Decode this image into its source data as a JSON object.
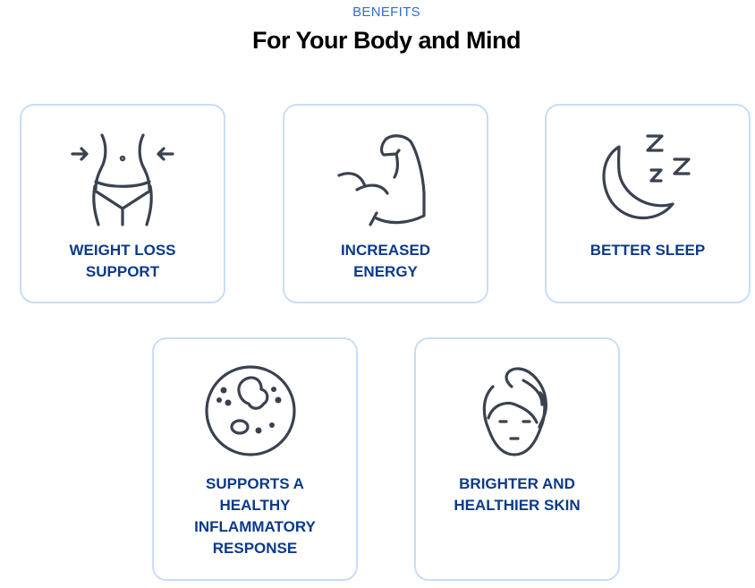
{
  "header": {
    "eyebrow": "BENEFITS",
    "title": "For Your Body and Mind"
  },
  "benefits": [
    {
      "label": "WEIGHT LOSS\nSUPPORT",
      "icon": "waist-icon"
    },
    {
      "label": "INCREASED\nENERGY",
      "icon": "flexed-arm-icon"
    },
    {
      "label": "BETTER SLEEP",
      "icon": "moon-sleep-icon"
    },
    {
      "label": "SUPPORTS A\nHEALTHY\nINFLAMMATORY\nRESPONSE",
      "icon": "cell-icon"
    },
    {
      "label": "BRIGHTER AND\nHEALTHIER SKIN",
      "icon": "face-towel-icon"
    }
  ]
}
